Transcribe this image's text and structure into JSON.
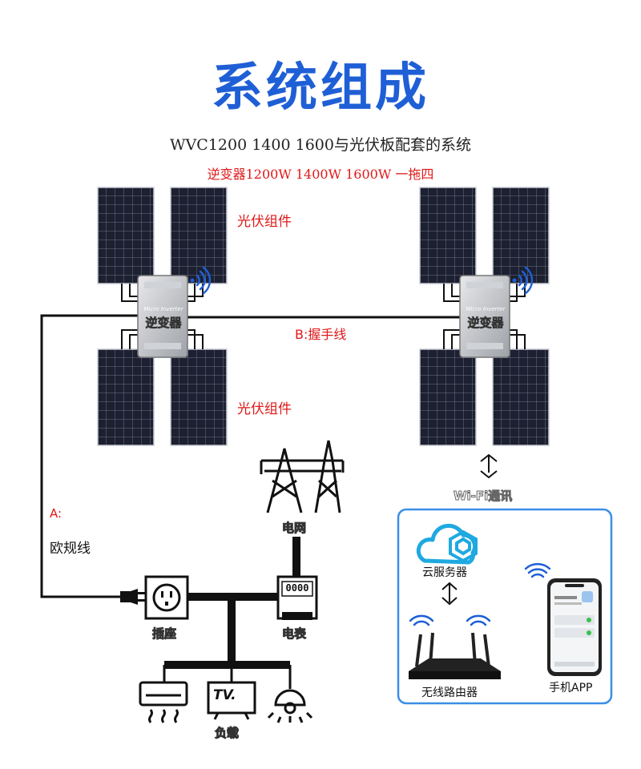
{
  "header": {
    "title": "系统组成",
    "subtitle": "WVC1200 1400 1600与光伏板配套的系统",
    "subtitle2": "逆变器1200W 1400W 1600W 一拖四"
  },
  "diagram": {
    "pv_module_top": "光伏组件",
    "pv_module_bottom": "光伏组件",
    "inverter_brand": "Micro Inverter",
    "inverter_text": "逆变器",
    "handshake_cable": "B:握手线",
    "eu_cable_prefix": "A:",
    "eu_cable": "欧规线",
    "grid": "电网",
    "meter_reading": "0000",
    "meter": "电表",
    "socket": "插座",
    "load": "负载",
    "tv_text": "TV.",
    "wifi_comm": "Wi-Fi通讯",
    "cloud_server": "云服务器",
    "router": "无线路由器",
    "phone_app": "手机APP"
  },
  "colors": {
    "title": "#1f5fd6",
    "red_text": "#e01818",
    "panel": "#1c2030",
    "wifi_blue": "#1f5fd6",
    "cloud_cyan": "#1fa9e0",
    "box_border": "#3a8ee8"
  }
}
